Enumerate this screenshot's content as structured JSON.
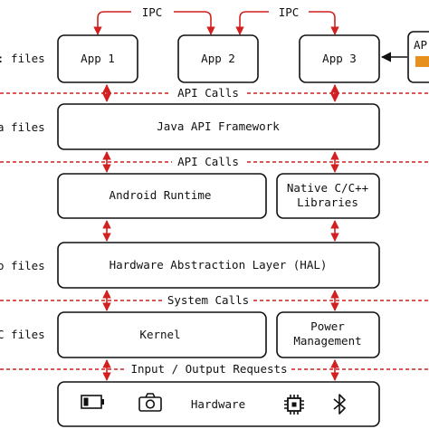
{
  "colors": {
    "accent_red": "#d21f1f",
    "orange": "#e8901e",
    "stroke": "#111111"
  },
  "ipc": {
    "left": "IPC",
    "right": "IPC"
  },
  "apps": {
    "app1": "App 1",
    "app2": "App 2",
    "app3": "App 3",
    "external_partial": "AP"
  },
  "interfaces": {
    "api_calls_1": "API Calls",
    "api_calls_2": "API Calls",
    "system_calls": "System Calls",
    "io_requests": "Input / Output Requests"
  },
  "layers": {
    "java_api": "Java API Framework",
    "android_runtime": "Android Runtime",
    "native_libs_line1": "Native C/C++",
    "native_libs_line2": "Libraries",
    "hal": "Hardware Abstraction Layer (HAL)",
    "kernel": "Kernel",
    "power_line1": "Power",
    "power_line2": "Management",
    "hardware": "Hardware"
  },
  "left_labels": {
    "row1": ": files",
    "row2": "a files",
    "row3": "o files",
    "row4": "C files"
  },
  "hardware_icons": [
    "battery-icon",
    "camera-icon",
    "chip-icon",
    "bluetooth-icon"
  ]
}
